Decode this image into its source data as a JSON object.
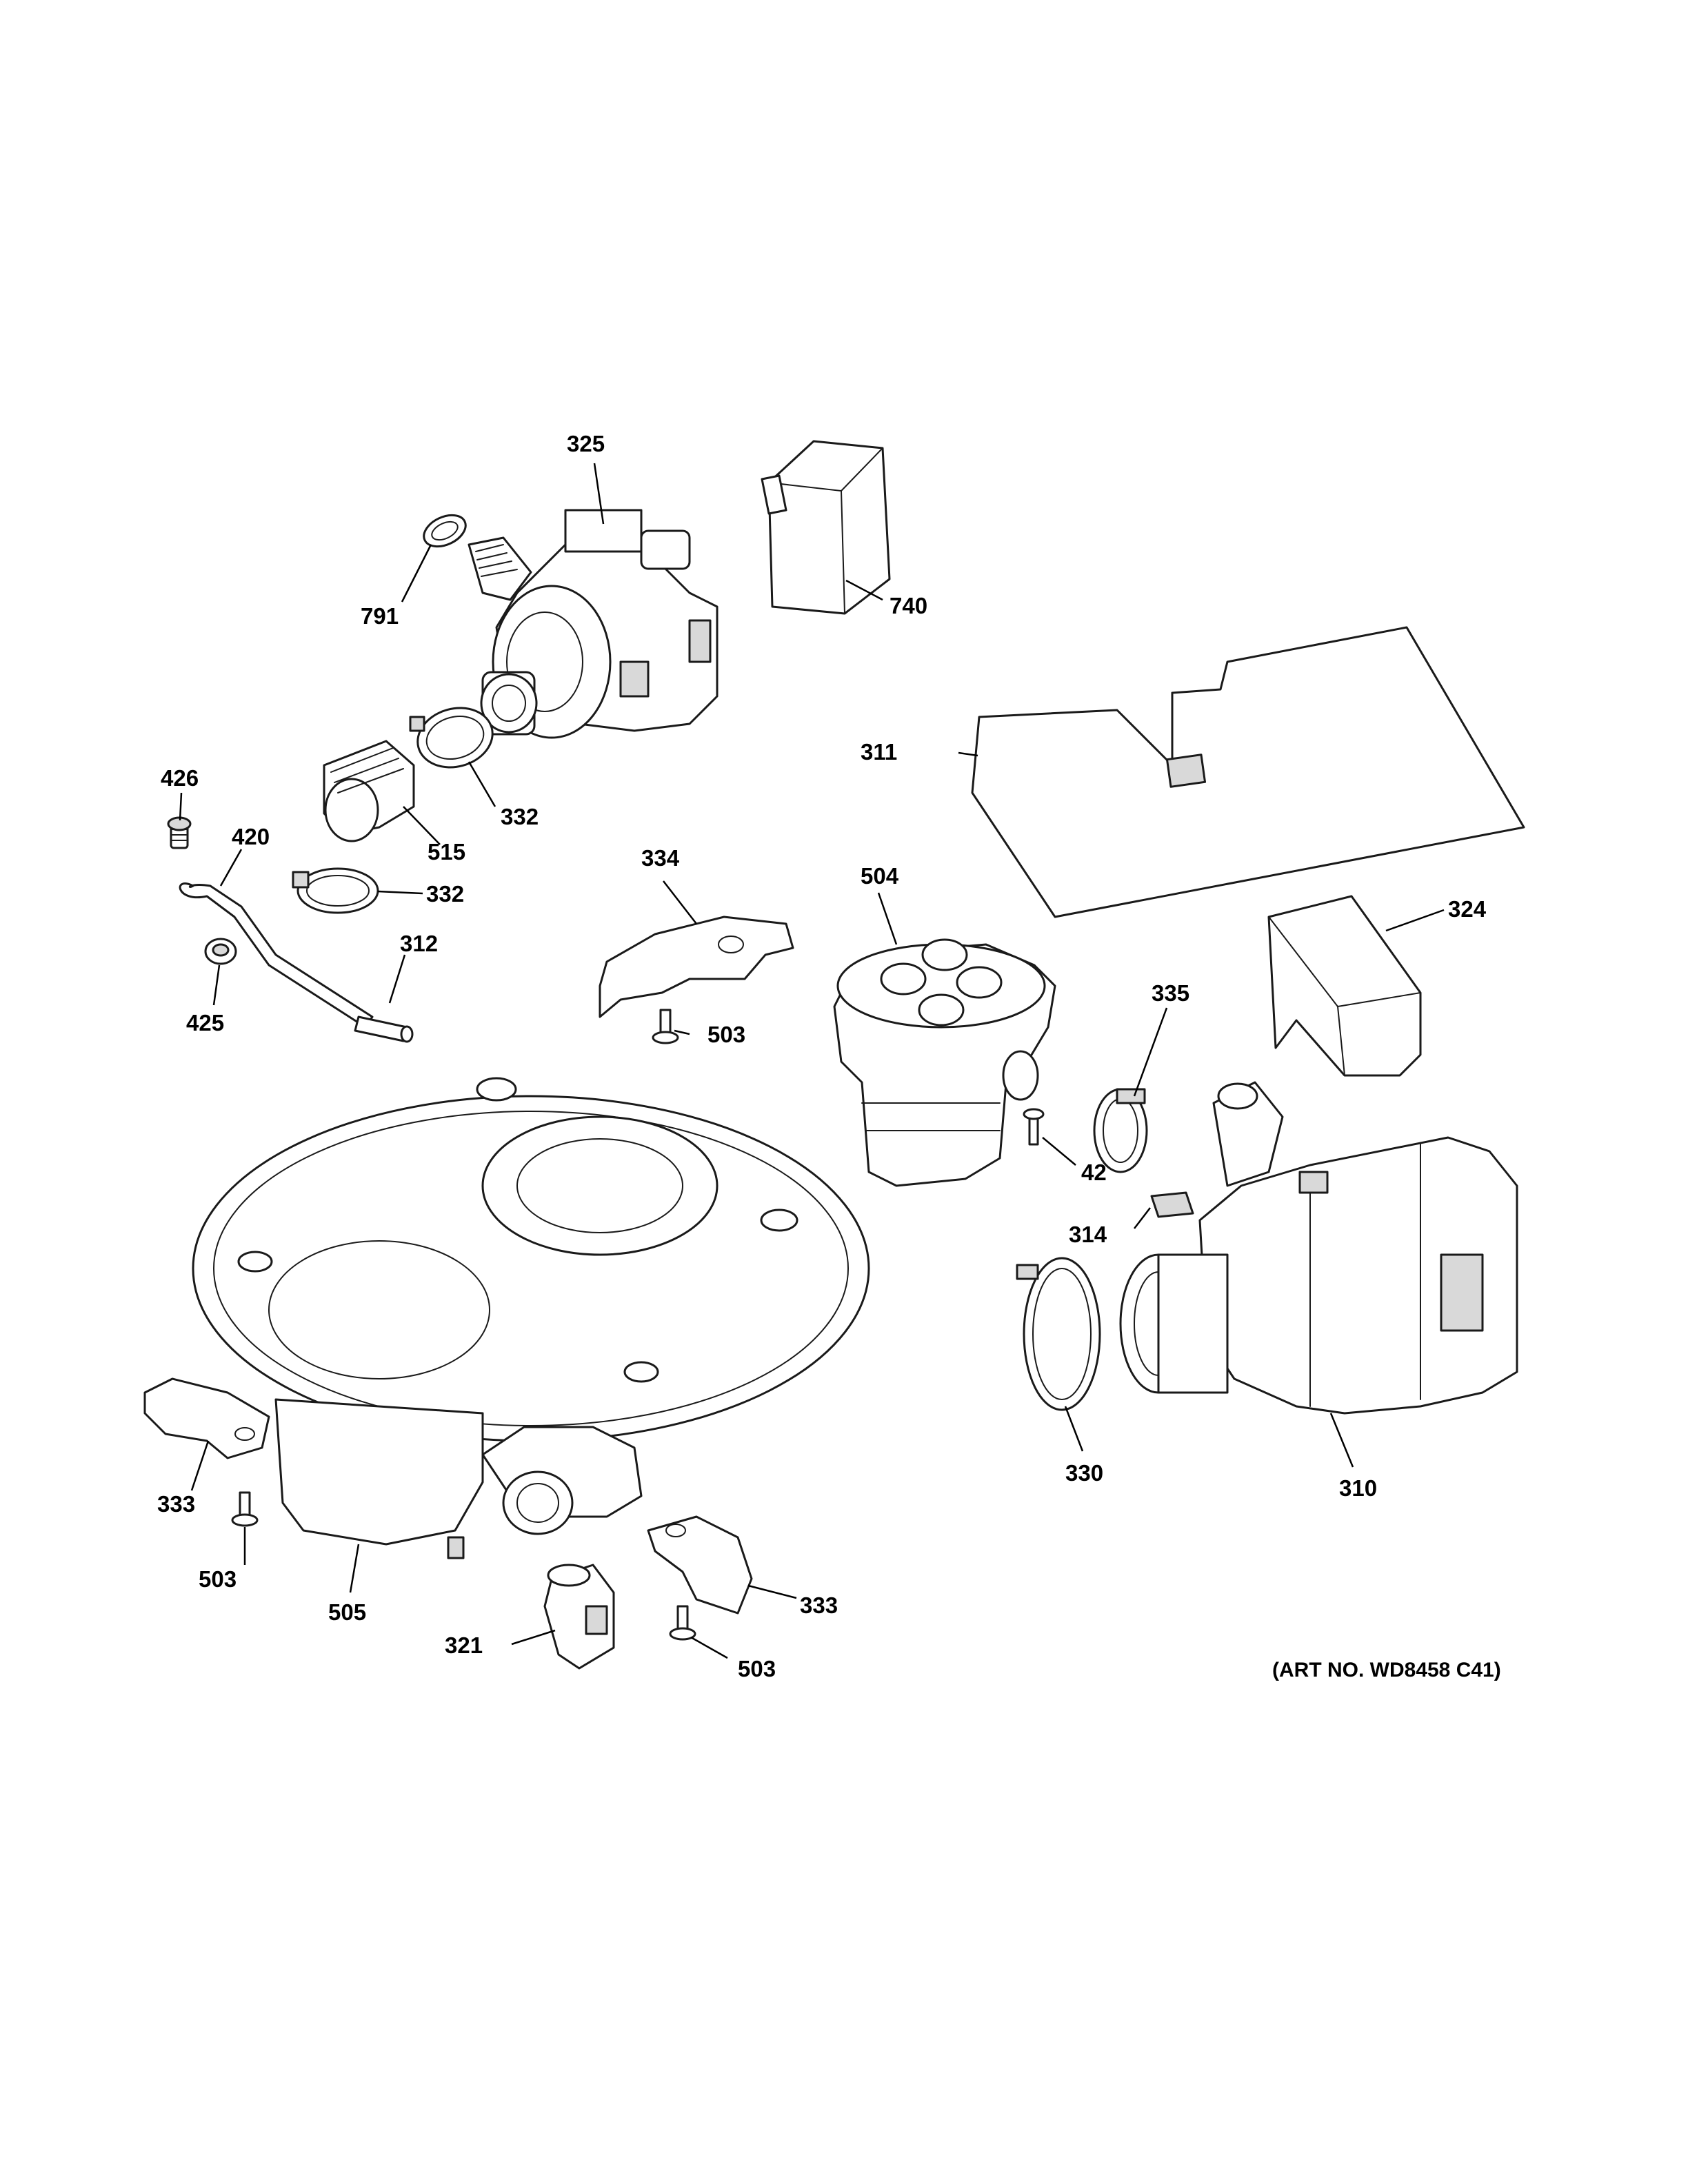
{
  "callouts": {
    "c325": "325",
    "c791": "791",
    "c740": "740",
    "c311": "311",
    "c426": "426",
    "c420": "420",
    "c425": "425",
    "c515": "515",
    "c332a": "332",
    "c332b": "332",
    "c312": "312",
    "c334": "334",
    "c503a": "503",
    "c504": "504",
    "c324": "324",
    "c335": "335",
    "c42": "42",
    "c314": "314",
    "c330": "330",
    "c310": "310",
    "c333a": "333",
    "c503b": "503",
    "c505": "505",
    "c321": "321",
    "c333b": "333",
    "c503c": "503"
  },
  "art_number": "(ART NO. WD8458 C41)"
}
